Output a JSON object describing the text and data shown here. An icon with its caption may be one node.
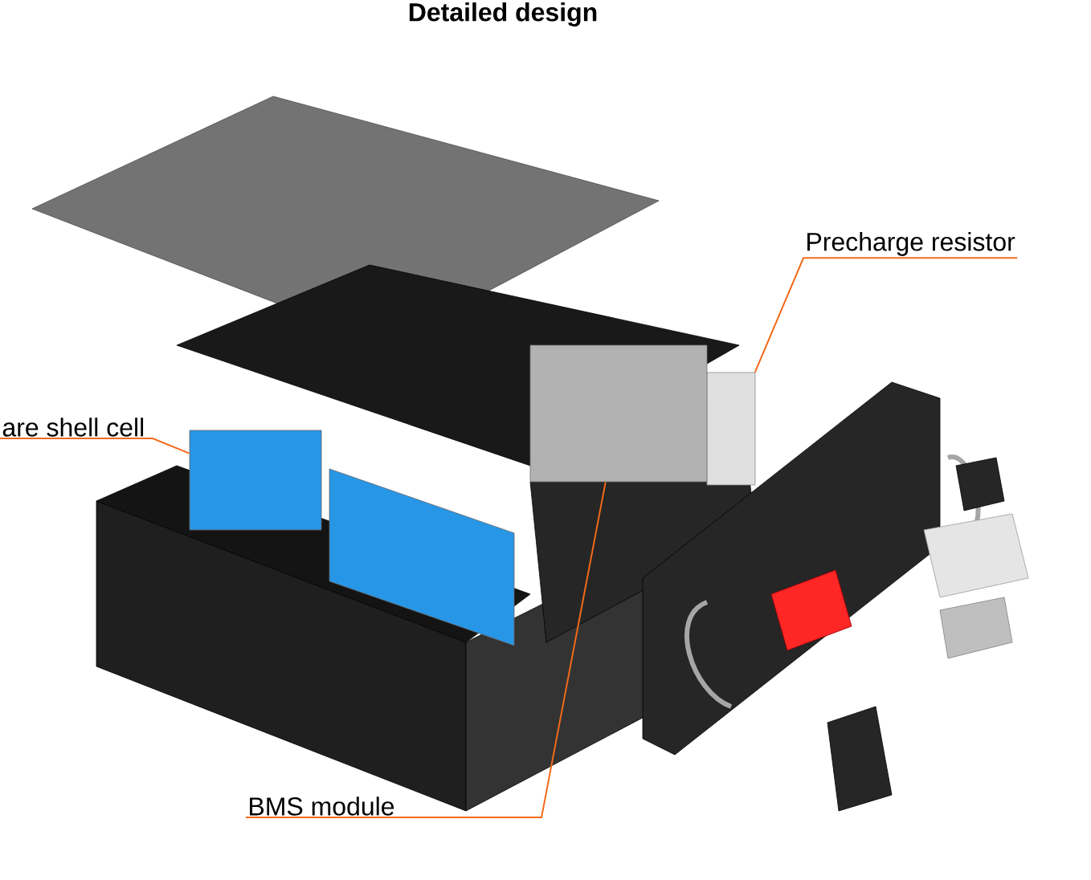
{
  "diagram": {
    "title": "Detailed design",
    "nodes": [
      {
        "text": [
          "Precharge resistor"
        ]
      },
      {
        "text": [],
        "shape": "box"
      },
      {
        "text": [
          "are shell cell"
        ]
      },
      {
        "text": [],
        "shape": "box"
      },
      {
        "text": [],
        "shape": "box"
      },
      {
        "text": [
          "BMS module"
        ]
      }
    ],
    "edges": [
      {
        "from": 0,
        "to": 1,
        "arrow": "none"
      },
      {
        "from": 2,
        "to": 3,
        "arrow": "none"
      },
      {
        "from": 5,
        "to": 4,
        "arrow": "none"
      }
    ]
  }
}
